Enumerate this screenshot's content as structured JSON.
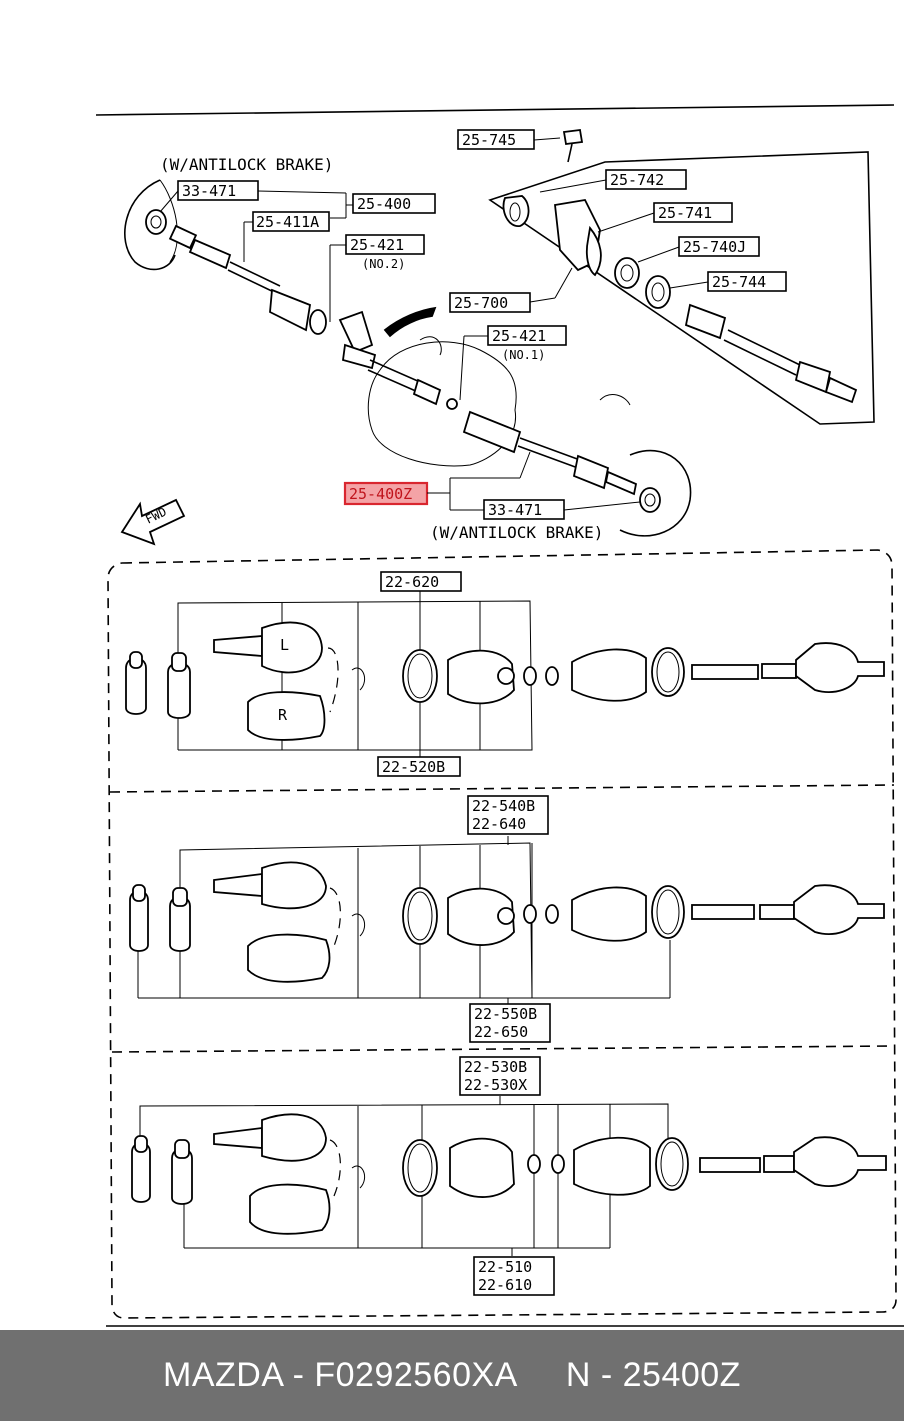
{
  "labels": {
    "l_25745": "25-745",
    "l_25742": "25-742",
    "l_25741": "25-741",
    "l_25740J": "25-740J",
    "l_25744": "25-744",
    "l_25700": "25-700",
    "l_33471a": "33-471",
    "l_25400": "25-400",
    "l_25411A": "25-411A",
    "l_25421a": "25-421",
    "l_25421b": "25-421",
    "l_25400Z": "25-400Z",
    "l_33471b": "33-471",
    "l_22620": "22-620",
    "l_22520B": "22-520B",
    "l_22540B": "22-540B",
    "l_22640": "22-640",
    "l_22550B": "22-550B",
    "l_22650": "22-650",
    "l_22530B": "22-530B",
    "l_22530X": "22-530X",
    "l_22510": "22-510",
    "l_22610": "22-610"
  },
  "notes": {
    "antilock_top": "(W/ANTILOCK BRAKE)",
    "antilock_bottom": "(W/ANTILOCK BRAKE)",
    "no2": "(NO.2)",
    "no1": "(NO.1)",
    "fwd": "FWD",
    "joint_l": "L",
    "joint_r": "R"
  },
  "footer": {
    "brand_part": "MAZDA - F0292560XA",
    "ref": "N - 25400Z"
  },
  "colors": {
    "highlight_fill": "#f4a3a6",
    "highlight_stroke": "#d9262f",
    "footer_bg": "#707070"
  }
}
